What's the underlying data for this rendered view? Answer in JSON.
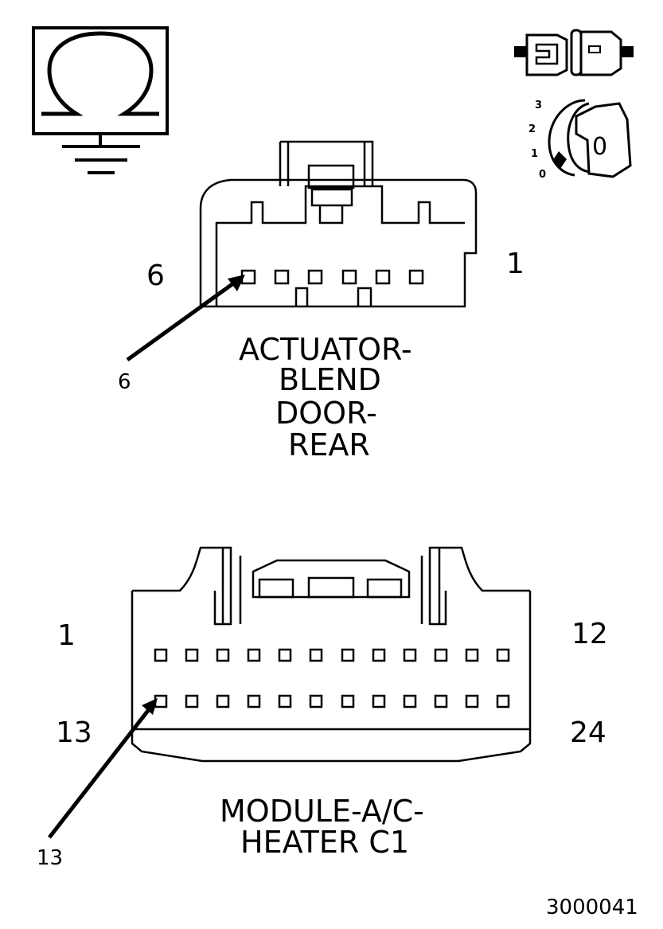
{
  "connector_1": {
    "title_lines": [
      "ACTUATOR-",
      "BLEND",
      "DOOR-",
      "REAR"
    ],
    "left_pin_label": "6",
    "right_pin_label": "1",
    "arrow_label": "6",
    "pin_count": 6
  },
  "connector_2": {
    "title_lines": [
      "MODULE-A/C-",
      "HEATER C1"
    ],
    "top_left_label": "1",
    "top_right_label": "12",
    "bottom_left_label": "13",
    "bottom_right_label": "24",
    "arrow_label": "13",
    "pins_per_row": 12
  },
  "ignition_switch": {
    "positions": [
      "3",
      "2",
      "1",
      "0"
    ],
    "key_label": "0"
  },
  "icons": {
    "ohmmeter": "ohm-ground-icon",
    "connector": "disconnected-connector-icon",
    "ignition": "ignition-key-icon"
  },
  "figure_id": "3000041"
}
